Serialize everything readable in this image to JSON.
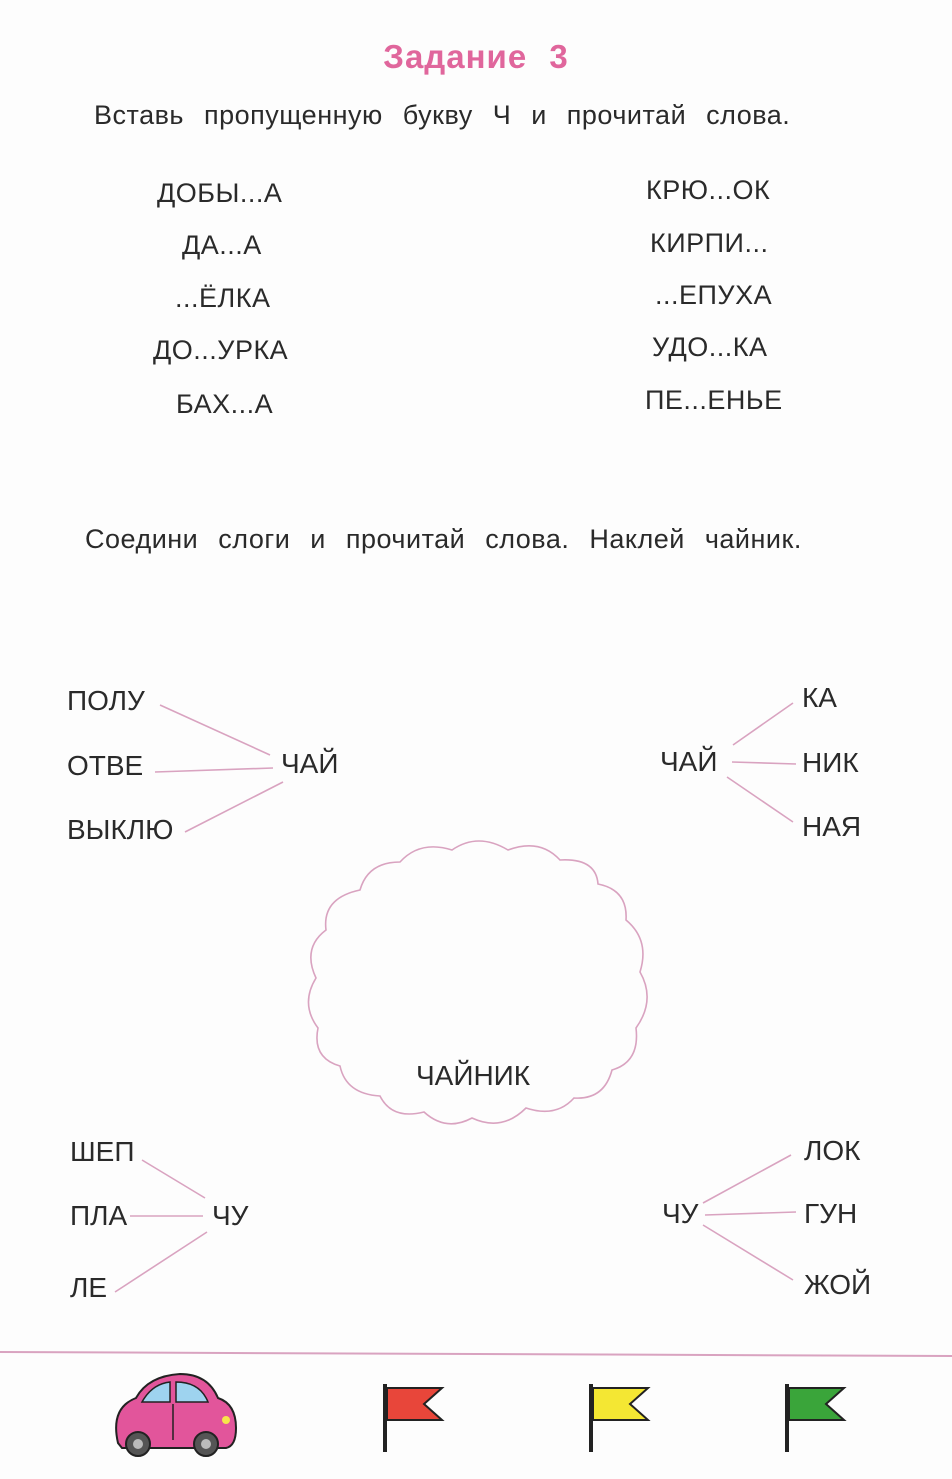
{
  "title": "Задание 3",
  "task1": {
    "instruction": "Вставь пропущенную букву Ч и прочитай слова.",
    "left_words": [
      "ДОБЫ...А",
      "ДА...А",
      "...ЁЛКА",
      "ДО...УРКА",
      "БАХ...А"
    ],
    "right_words": [
      "КРЮ...ОК",
      "КИРПИ...",
      "...ЕПУХА",
      "УДО...КА",
      "ПЕ...ЕНЬЕ"
    ]
  },
  "task2": {
    "instruction": "Соедини слоги и прочитай слова. Наклей чайник.",
    "group_top_left": {
      "syllables": [
        "ПОЛУ",
        "ОТВЕ",
        "ВЫКЛЮ"
      ],
      "center": "ЧАЙ"
    },
    "group_top_right": {
      "center": "ЧАЙ",
      "syllables": [
        "КА",
        "НИК",
        "НАЯ"
      ]
    },
    "sticker_label": "ЧАЙНИК",
    "group_bottom_left": {
      "syllables": [
        "ШЕП",
        "ПЛА",
        "ЛЕ"
      ],
      "center": "ЧУ"
    },
    "group_bottom_right": {
      "center": "ЧУ",
      "syllables": [
        "ЛОК",
        "ГУН",
        "ЖОЙ"
      ]
    }
  },
  "footer": {
    "icons": [
      "car-icon",
      "red-flag-icon",
      "yellow-flag-icon",
      "green-flag-icon"
    ],
    "colors": {
      "line": "#d9a3c0",
      "car": "#e2559b",
      "red_flag": "#e8463a",
      "yellow_flag": "#f4e733",
      "green_flag": "#3aa53a"
    }
  }
}
